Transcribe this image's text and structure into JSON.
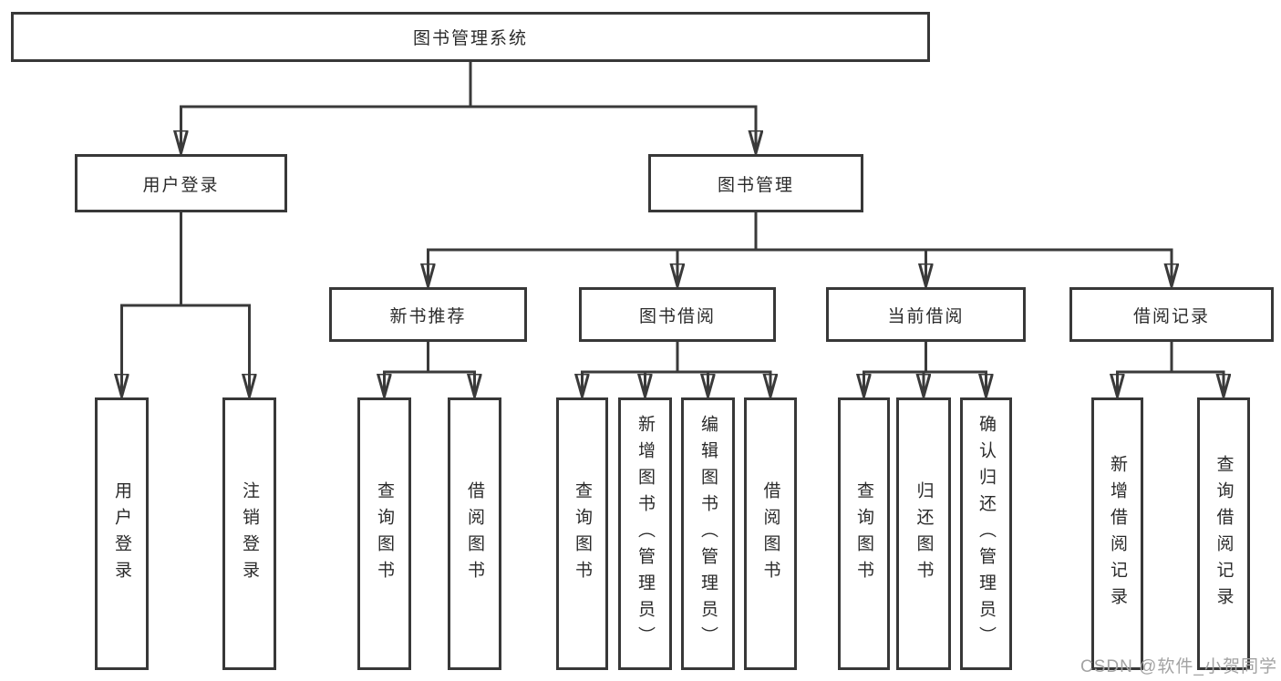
{
  "page": {
    "background": "#ffffff",
    "watermark": "CSDN @软件_小贺同学",
    "colors": {
      "line": "#3a3a3a",
      "box_border": "#383838",
      "text": "#2b2b2b",
      "watermark_text": "#a3a3a3"
    }
  },
  "tree": {
    "root": {
      "label": "图书管理系统"
    },
    "branches": [
      {
        "label": "用户登录",
        "children": [
          {
            "label": "用户登录"
          },
          {
            "label": "注销登录"
          }
        ]
      },
      {
        "label": "图书管理",
        "sections": [
          {
            "label": "新书推荐",
            "children": [
              {
                "label": "查询图书"
              },
              {
                "label": "借阅图书"
              }
            ]
          },
          {
            "label": "图书借阅",
            "children": [
              {
                "label": "查询图书"
              },
              {
                "label": "新增图书（管理员）"
              },
              {
                "label": "编辑图书（管理员）"
              },
              {
                "label": "借阅图书"
              }
            ]
          },
          {
            "label": "当前借阅",
            "children": [
              {
                "label": "查询图书"
              },
              {
                "label": "归还图书"
              },
              {
                "label": "确认归还（管理员）"
              }
            ]
          },
          {
            "label": "借阅记录",
            "children": [
              {
                "label": "新增借阅记录"
              },
              {
                "label": "查询借阅记录"
              }
            ]
          }
        ]
      }
    ]
  }
}
